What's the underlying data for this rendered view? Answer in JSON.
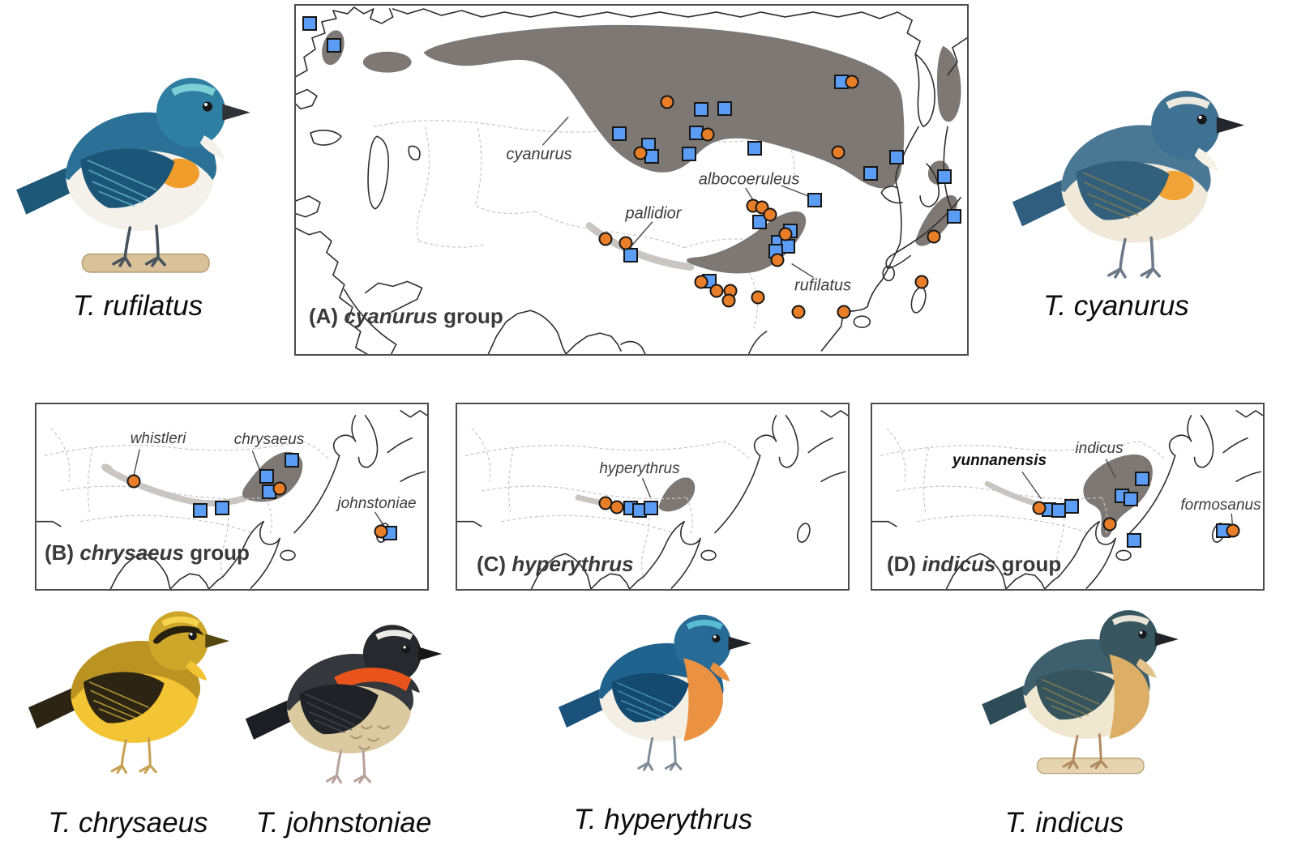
{
  "panels": {
    "A": {
      "title": {
        "prefix": "(A) ",
        "name": "cyanurus",
        "suffix": " group"
      },
      "labels": {
        "l1": "cyanurus",
        "l2": "albocoeruleus",
        "l3": "pallidior",
        "l4": "rufilatus"
      },
      "markers": {
        "squares": [
          [
            17,
            22
          ],
          [
            47,
            49
          ],
          [
            673,
            94
          ],
          [
            500,
            128
          ],
          [
            529,
            127
          ],
          [
            399,
            158
          ],
          [
            494,
            157
          ],
          [
            435,
            172
          ],
          [
            439,
            186
          ],
          [
            485,
            183
          ],
          [
            566,
            176
          ],
          [
            741,
            187
          ],
          [
            709,
            207
          ],
          [
            800,
            211
          ],
          [
            640,
            240
          ],
          [
            812,
            260
          ],
          [
            572,
            267
          ],
          [
            610,
            278
          ],
          [
            595,
            292
          ],
          [
            607,
            297
          ],
          [
            592,
            303
          ],
          [
            413,
            308
          ],
          [
            510,
            340
          ]
        ],
        "circles": [
          [
            686,
            94
          ],
          [
            458,
            119
          ],
          [
            669,
            181
          ],
          [
            508,
            159
          ],
          [
            425,
            182
          ],
          [
            564,
            247
          ],
          [
            575,
            249
          ],
          [
            585,
            258
          ],
          [
            604,
            282
          ],
          [
            594,
            314
          ],
          [
            382,
            288
          ],
          [
            407,
            293
          ],
          [
            787,
            285
          ],
          [
            500,
            341
          ],
          [
            519,
            352
          ],
          [
            536,
            352
          ],
          [
            534,
            364
          ],
          [
            570,
            360
          ],
          [
            772,
            341
          ],
          [
            620,
            378
          ],
          [
            676,
            378
          ]
        ]
      }
    },
    "B": {
      "title": {
        "prefix": "(B) ",
        "name": "chrysaeus",
        "suffix": " group"
      },
      "labels": {
        "l1": "whistleri",
        "l2": "chrysaeus",
        "l3": "johnstoniae"
      },
      "markers": {
        "squares": [
          [
            202,
            131
          ],
          [
            229,
            128
          ],
          [
            284,
            89
          ],
          [
            287,
            108
          ],
          [
            315,
            69
          ],
          [
            436,
            159
          ]
        ],
        "circles": [
          [
            120,
            95
          ],
          [
            300,
            104
          ],
          [
            425,
            157
          ]
        ]
      }
    },
    "C": {
      "title": {
        "prefix": "(C) ",
        "name": "hyperythrus",
        "suffix": ""
      },
      "labels": {
        "l1": "hyperythrus"
      },
      "markers": {
        "squares": [
          [
            214,
            128
          ],
          [
            225,
            131
          ],
          [
            239,
            128
          ]
        ],
        "circles": [
          [
            183,
            122
          ],
          [
            197,
            127
          ]
        ]
      }
    },
    "D": {
      "title": {
        "prefix": "(D) ",
        "name": "indicus",
        "suffix": " group"
      },
      "labels": {
        "l1": "yunnanensis",
        "l2": "indicus",
        "l3": "formosanus"
      },
      "markers": {
        "squares": [
          [
            218,
            130
          ],
          [
            230,
            131
          ],
          [
            246,
            126
          ],
          [
            308,
            113
          ],
          [
            319,
            117
          ],
          [
            333,
            92
          ],
          [
            323,
            168
          ],
          [
            433,
            156
          ]
        ],
        "circles": [
          [
            206,
            128
          ],
          [
            293,
            148
          ],
          [
            445,
            156
          ]
        ]
      }
    }
  },
  "birds": [
    {
      "id": "rufilatus",
      "label": "T. rufilatus",
      "colors": {
        "upper": "#2b7096",
        "head": "#2f7fa3",
        "belly": "#f4f1ea",
        "throat": "#f4f1ea",
        "brow": "#7fd0d6",
        "wing": "#1b5578",
        "feather": "#6cc0d2",
        "tail": "#1d5878",
        "accent": "#f09d2c",
        "legs": "#46525c",
        "beak": "#2e3338",
        "perch": "#d9c29a"
      }
    },
    {
      "id": "cyanurus",
      "label": "T. cyanurus",
      "colors": {
        "upper": "#4a7894",
        "head": "#3f7292",
        "belly": "#f0e9d9",
        "throat": "#f6f2e8",
        "brow": "#ece9e0",
        "wing": "#32607c",
        "feather": "#8f7e50",
        "tail": "#2f5e7e",
        "accent": "#f2a336",
        "legs": "#6c7988",
        "beak": "#23272c"
      }
    },
    {
      "id": "chrysaeus",
      "label": "T. chrysaeus",
      "colors": {
        "upper": "#bb9322",
        "head": "#cda62a",
        "belly": "#f3c433",
        "throat": "#f3c433",
        "brow": "#f6d44e",
        "wing": "#2c2514",
        "feather": "#e9c43d",
        "tail": "#2c2514",
        "accent": "#27200e",
        "legs": "#c7a052",
        "beak": "#564612"
      }
    },
    {
      "id": "johnstoniae",
      "label": "T. johnstoniae",
      "colors": {
        "upper": "#34383d",
        "head": "#26292d",
        "belly": "#dbca9f",
        "throat": "#303439",
        "brow": "#eceae4",
        "wing": "#1f2226",
        "feather": "#4d5158",
        "tail": "#1b1e22",
        "accent": "#e9541d",
        "legs": "#b5a29b",
        "beak": "#171717",
        "scale": "#ab9670"
      }
    },
    {
      "id": "hyperythrus",
      "label": "T. hyperythrus",
      "colors": {
        "upper": "#20628e",
        "head": "#276b96",
        "belly": "#f3efe5",
        "throat": "#eb9142",
        "brow": "#59bcd4",
        "wing": "#154a70",
        "feather": "#52a9c8",
        "tail": "#1b527c",
        "accent": "#eb9142",
        "legs": "#7e8c98",
        "beak": "#202428"
      }
    },
    {
      "id": "indicus",
      "label": "T. indicus",
      "colors": {
        "upper": "#3d606c",
        "head": "#37565f",
        "belly": "#f0e7d0",
        "throat": "#e2c18b",
        "brow": "#e9e4d6",
        "wing": "#36545e",
        "feather": "#9b8b4d",
        "tail": "#2d4c58",
        "accent": "#dcae66",
        "legs": "#b08a5e",
        "beak": "#202428",
        "perch": "#e5d4af"
      }
    }
  ],
  "marker_style": {
    "square_color": "#5b9cf4",
    "circle_color": "#e87e28",
    "outline_color": "#161616"
  },
  "map_style": {
    "range_dark": "#7d7874",
    "range_light": "#c9c6c2",
    "coast_color": "#2e2e2e",
    "dashed_border_color": "#c6c6c6",
    "map_label_color": "#3d3d3d",
    "panel_border_color": "#4c4c4c"
  }
}
